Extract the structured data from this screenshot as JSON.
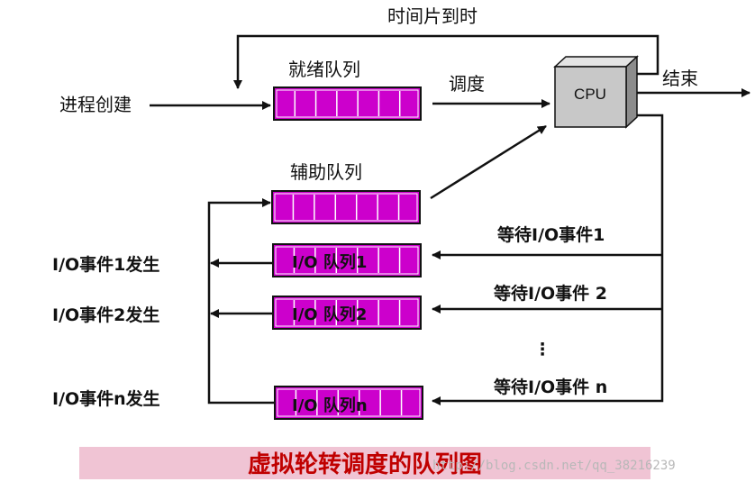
{
  "labels": {
    "time_slice": "时间片到时",
    "process_create": "进程创建",
    "ready_queue": "就绪队列",
    "dispatch": "调度",
    "cpu": "CPU",
    "finish": "结束",
    "aux_queue": "辅助队列",
    "io_queue_1": "I/O 队列1",
    "io_queue_2": "I/O 队列2",
    "io_queue_n": "I/O 队列n",
    "wait_io_1": "等待I/O事件1",
    "wait_io_2": "等待I/O事件 2",
    "wait_io_n": "等待I/O事件 n",
    "io_event_1": "I/O事件1发生",
    "io_event_2": "I/O事件2发生",
    "io_event_n": "I/O事件n发生",
    "ellipsis": "⋮"
  },
  "caption": "虚拟轮转调度的队列图",
  "watermark": "http://blog.csdn.net/qq_38216239",
  "colors": {
    "queue_fill": "#cc00cc",
    "cpu_fill": "#c8c8c8",
    "caption_bg": "#f0c4d4",
    "caption_text": "#c00000"
  }
}
